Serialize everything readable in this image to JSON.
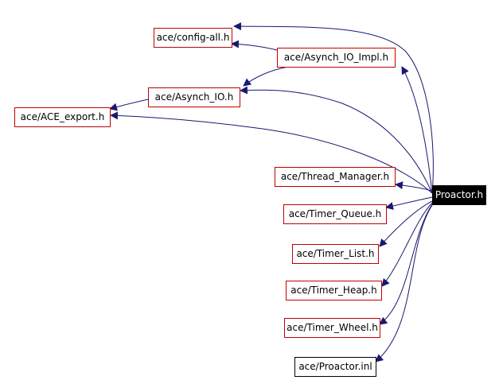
{
  "colors": {
    "edge": "#191970",
    "node_border": "#c00000",
    "plain_border": "#000000",
    "focus_fill": "#000000",
    "focus_text": "#ffffff"
  },
  "nodes": {
    "config_all": "ace/config-all.h",
    "asynch_io_impl": "ace/Asynch_IO_Impl.h",
    "asynch_io": "ace/Asynch_IO.h",
    "ace_export": "ace/ACE_export.h",
    "thread_manager": "ace/Thread_Manager.h",
    "proactor": "Proactor.h",
    "timer_queue": "ace/Timer_Queue.h",
    "timer_list": "ace/Timer_List.h",
    "timer_heap": "ace/Timer_Heap.h",
    "timer_wheel": "ace/Timer_Wheel.h",
    "proactor_inl": "ace/Proactor.inl"
  }
}
